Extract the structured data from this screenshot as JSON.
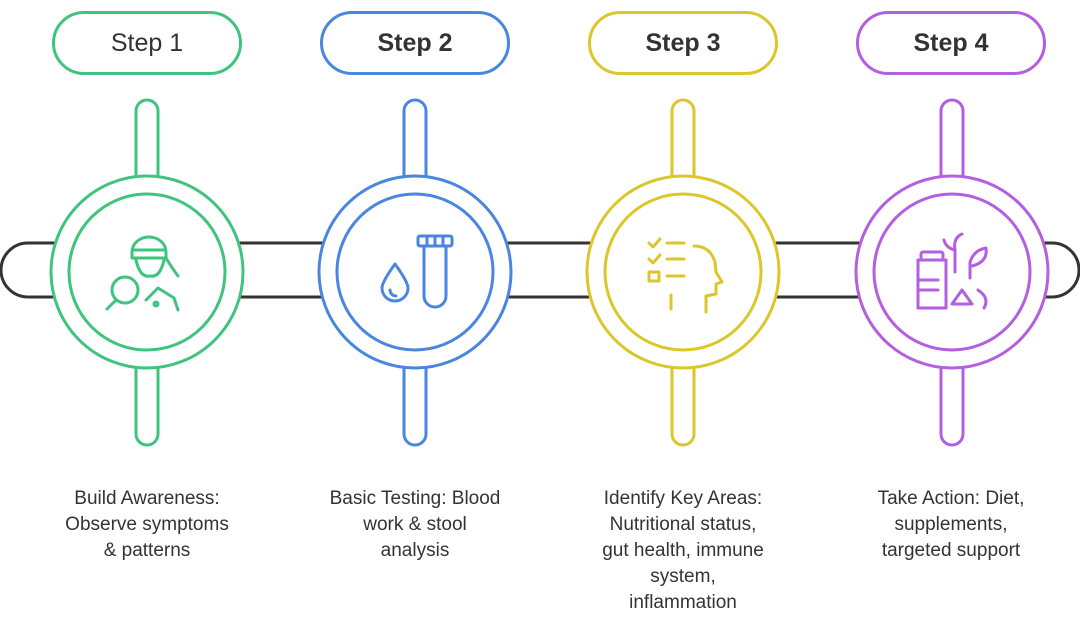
{
  "colors": {
    "track": "#333333",
    "text": "#333333",
    "step1": "#3ec47e",
    "step2": "#4a86e0",
    "step3": "#dcc72a",
    "step4": "#b45ee0"
  },
  "steps": [
    {
      "label": "Step 1",
      "icon": "magnifier-observer-icon",
      "lines": [
        "Build Awareness:",
        "Observe symptoms",
        "& patterns"
      ]
    },
    {
      "label": "Step 2",
      "icon": "blood-drop-test-tube-icon",
      "lines": [
        "Basic Testing: Blood",
        "work & stool",
        "analysis"
      ]
    },
    {
      "label": "Step 3",
      "icon": "checklist-head-icon",
      "lines": [
        "Identify Key Areas:",
        "Nutritional status,",
        "gut health, immune",
        "system,",
        "inflammation"
      ]
    },
    {
      "label": "Step 4",
      "icon": "supplements-plants-icon",
      "lines": [
        "Take Action: Diet,",
        "supplements,",
        "targeted support"
      ]
    }
  ]
}
